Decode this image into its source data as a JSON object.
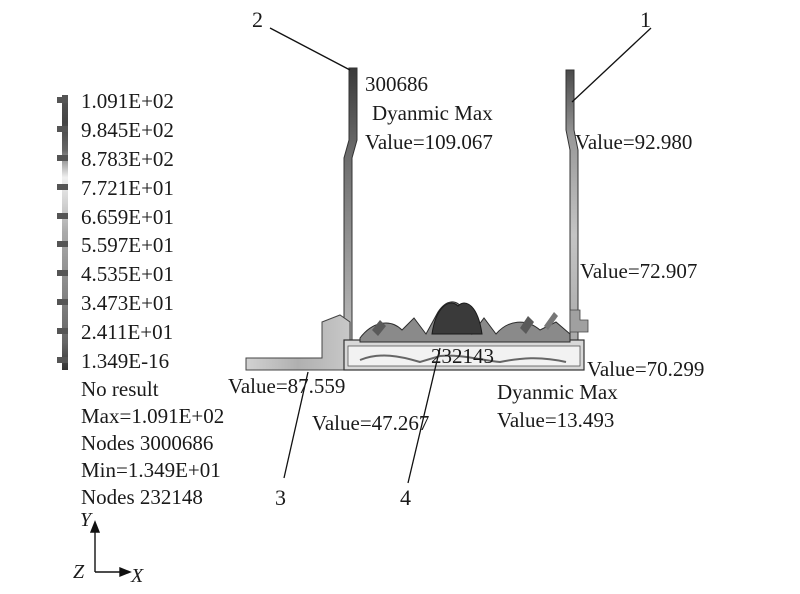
{
  "legend": {
    "values": [
      "1.091E+02",
      "9.845E+02",
      "8.783E+02",
      "7.721E+01",
      "6.659E+01",
      "5.597E+01",
      "4.535E+01",
      "3.473E+01",
      "2.411E+01",
      "1.349E-16"
    ]
  },
  "summary": {
    "no_result": "No result",
    "max": "Max=1.091E+02",
    "max_nodes": "Nodes 3000686",
    "min": "Min=1.349E+01",
    "min_nodes": "Nodes 232148"
  },
  "annotations": {
    "node_top": "300686",
    "dyn_max_top": "Dyanmic Max",
    "value_top": "Value=109.067",
    "value_right_top": "Value=92.980",
    "value_right_mid": "Value=72.907",
    "value_right_bottom": "Value=70.299",
    "value_left_bottom": "Value=87.559",
    "value_center_left": "Value=47.267",
    "node_center": "232143",
    "dyn_max_bottom": "Dyanmic Max",
    "value_bottom": "Value=13.493"
  },
  "callouts": [
    "1",
    "2",
    "3",
    "4"
  ],
  "axes": {
    "y": "Y",
    "z": "Z",
    "x": "X"
  }
}
